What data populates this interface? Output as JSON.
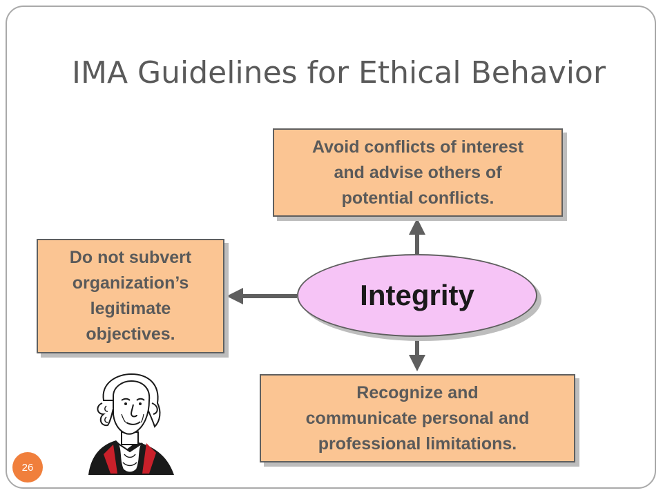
{
  "slide": {
    "title": "IMA Guidelines for Ethical Behavior",
    "page_number": "26"
  },
  "diagram": {
    "center": "Integrity",
    "top_box": [
      "Avoid conflicts of interest",
      "and advise others of",
      "potential conflicts."
    ],
    "left_box": [
      "Do not subvert",
      "organization’s",
      "legitimate",
      "objectives."
    ],
    "bottom_box": [
      "Recognize and",
      "communicate personal and",
      "professional limitations."
    ]
  },
  "colors": {
    "box_fill": "#fbc593",
    "oval_fill": "#f6c4f6",
    "accent": "#f07f3c"
  },
  "icons": [
    "george-washington-clipart"
  ]
}
